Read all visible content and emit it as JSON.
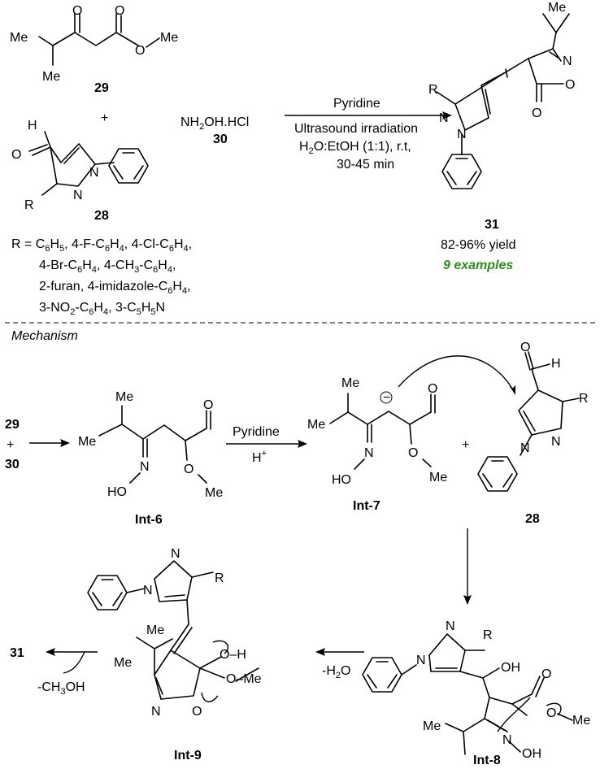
{
  "compounds": {
    "c29": {
      "label": "29",
      "atoms": {
        "me_top": "Me",
        "me_bottom": "Me",
        "o_keto": "O",
        "o_ester": "O",
        "o_ester_me": "O",
        "me_ester": "Me"
      }
    },
    "c30": {
      "label": "30",
      "formula": "NH2OH.HCl"
    },
    "c28": {
      "label": "28",
      "atoms": {
        "h": "H",
        "o": "O",
        "n1": "N",
        "n2": "N",
        "r": "R"
      }
    },
    "c31": {
      "label": "31",
      "yield": "82-96% yield",
      "examples": "9 examples",
      "atoms": {
        "me": "Me",
        "n_iso": "N",
        "o_ring": "O",
        "o_keto": "O",
        "r": "R",
        "n1": "N",
        "n2": "N"
      }
    }
  },
  "plus_sign": "+",
  "conditions": {
    "reagent": "Pyridine",
    "method": "Ultrasound irradiation",
    "solvent": "H2O:EtOH (1:1), r.t,",
    "time": "30-45 min"
  },
  "r_groups": {
    "line1": "R = C6H5, 4-F-C6H4, 4-Cl-C6H4,",
    "line2": "4-Br-C6H4, 4-CH3-C6H4,",
    "line3": "2-furan, 4-imidazole-C6H4,",
    "line4": "3-NO2-C6H4, 3-C5H5N"
  },
  "mechanism": {
    "heading": "Mechanism",
    "start_a": "29",
    "start_b": "30",
    "int6": {
      "label": "Int-6",
      "atoms": {
        "me": "Me",
        "n": "N",
        "ho": "HO",
        "o": "O",
        "me2": "Me"
      }
    },
    "step1": {
      "reagent": "Pyridine",
      "proton": "H+"
    },
    "int7": {
      "label": "Int-7",
      "atoms": {
        "me": "Me",
        "n": "N",
        "ho": "HO",
        "o": "O",
        "me2": "Me",
        "charge": "−"
      }
    },
    "c28b": {
      "label": "28",
      "atoms": {
        "o": "O",
        "h": "H",
        "n1": "N",
        "n2": "N",
        "r": "R"
      }
    },
    "int8": {
      "label": "Int-8",
      "atoms": {
        "r": "R",
        "n1": "N",
        "n2": "N",
        "oh": "OH",
        "o": "O",
        "me_ester": "Me",
        "me": "Me",
        "n": "N",
        "oh2": "OH"
      }
    },
    "step2": {
      "loss": "-H2O"
    },
    "int9": {
      "label": "Int-9",
      "atoms": {
        "r": "R",
        "n1": "N",
        "n2": "N",
        "me": "Me",
        "n": "N",
        "o": "O",
        "oh": "O–H",
        "ome": "O–Me"
      }
    },
    "final": {
      "product": "31",
      "loss": "-CH3OH"
    }
  }
}
